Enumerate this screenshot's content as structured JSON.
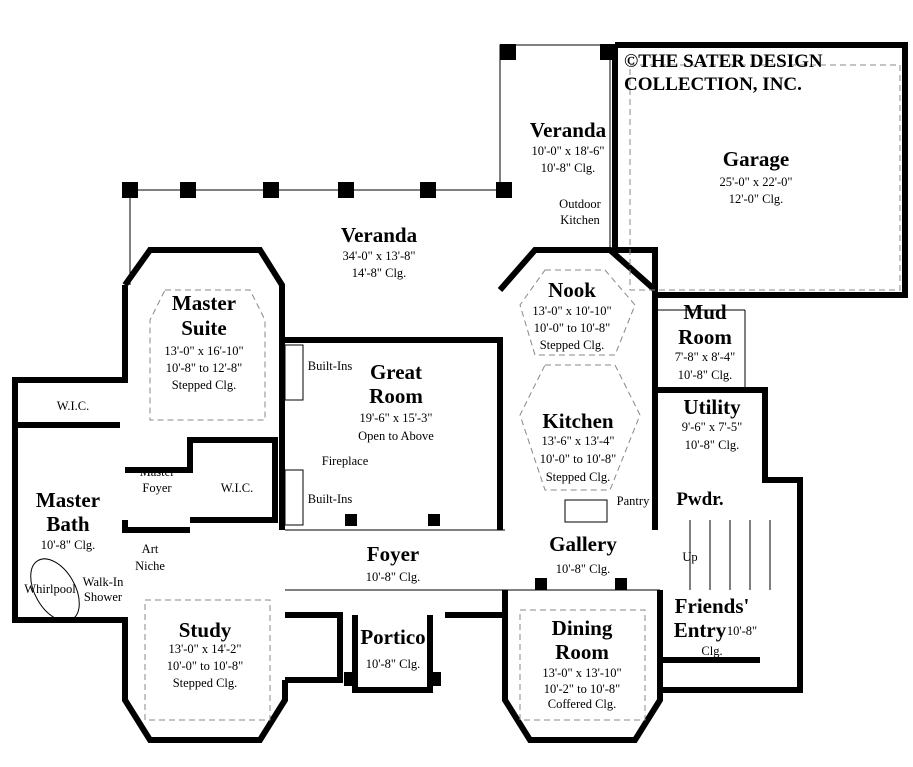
{
  "copyright": {
    "line1": "©THE SATER DESIGN",
    "line2": "COLLECTION, INC."
  },
  "rooms": {
    "veranda_side": {
      "name": "Veranda",
      "size": "10'-0\" x 18'-6\"",
      "ceiling": "10'-8\" Clg."
    },
    "garage": {
      "name": "Garage",
      "size": "25'-0\" x 22'-0\"",
      "ceiling": "12'-0\" Clg."
    },
    "outdoor_kitchen": {
      "line1": "Outdoor",
      "line2": "Kitchen"
    },
    "veranda_main": {
      "name": "Veranda",
      "size": "34'-0\" x 13'-8\"",
      "ceiling": "14'-8\" Clg."
    },
    "nook": {
      "name": "Nook",
      "size": "13'-0\" x 10'-10\"",
      "ceiling": "10'-0\" to 10'-8\"",
      "note": "Stepped Clg."
    },
    "master_suite": {
      "name1": "Master",
      "name2": "Suite",
      "size": "13'-0\" x 16'-10\"",
      "ceiling": "10'-8\" to 12'-8\"",
      "note": "Stepped Clg."
    },
    "mud_room": {
      "name1": "Mud",
      "name2": "Room",
      "size": "7'-8\" x 8'-4\"",
      "ceiling": "10'-8\" Clg."
    },
    "great_room": {
      "name1": "Great",
      "name2": "Room",
      "size": "19'-6\" x 15'-3\"",
      "note": "Open to Above"
    },
    "kitchen": {
      "name": "Kitchen",
      "size": "13'-6\" x 13'-4\"",
      "ceiling": "10'-0\" to 10'-8\"",
      "note": "Stepped Clg."
    },
    "utility": {
      "name": "Utility",
      "size": "9'-6\" x 7'-5\"",
      "ceiling": "10'-8\" Clg."
    },
    "wic_1": {
      "name": "W.I.C."
    },
    "wic_2": {
      "name": "W.I.C."
    },
    "master_foyer": {
      "line1": "Master",
      "line2": "Foyer"
    },
    "master_bath": {
      "name1": "Master",
      "name2": "Bath",
      "ceiling": "10'-8\" Clg."
    },
    "pantry": {
      "name": "Pantry"
    },
    "pwdr": {
      "name": "Pwdr."
    },
    "stairs": {
      "label": "Up"
    },
    "gallery": {
      "name": "Gallery",
      "ceiling": "10'-8\" Clg."
    },
    "foyer": {
      "name": "Foyer",
      "ceiling": "10'-8\" Clg."
    },
    "art_niche": {
      "line1": "Art",
      "line2": "Niche"
    },
    "whirlpool": {
      "name": "Whirlpool"
    },
    "shower": {
      "line1": "Walk-In",
      "line2": "Shower"
    },
    "study": {
      "name": "Study",
      "size": "13'-0\" x 14'-2\"",
      "ceiling": "10'-0\" to 10'-8\"",
      "note": "Stepped Clg."
    },
    "portico": {
      "name": "Portico",
      "ceiling": "10'-8\" Clg."
    },
    "dining": {
      "name1": "Dining",
      "name2": "Room",
      "size": "13'-0\" x 13'-10\"",
      "ceiling": "10'-2\" to 10'-8\"",
      "note": "Coffered Clg."
    },
    "friends_entry": {
      "name1": "Friends'",
      "name2": "Entry",
      "ceiling1": "10'-8\"",
      "ceiling2": "Clg."
    }
  },
  "features": {
    "builtins_top": "Built-Ins",
    "builtins_bottom": "Built-Ins",
    "fireplace": "Fireplace"
  }
}
